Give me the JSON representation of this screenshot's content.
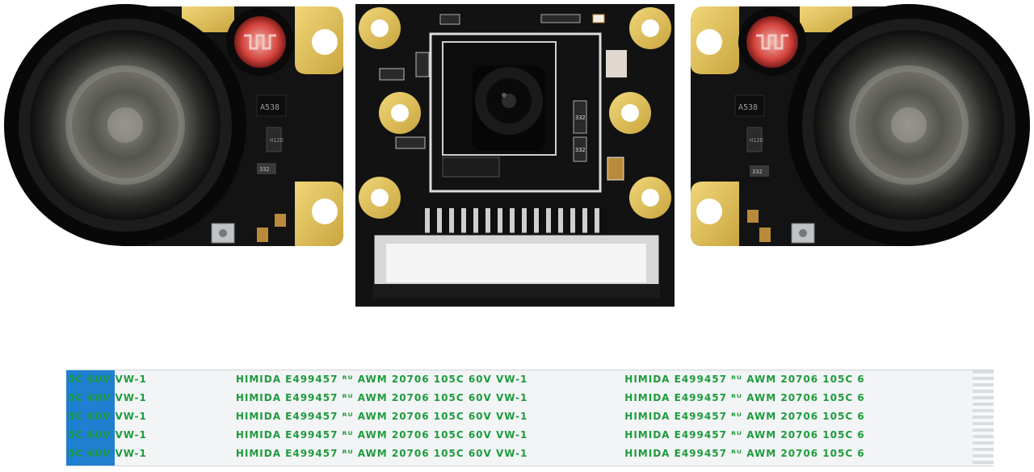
{
  "image": {
    "left_ir_board": {
      "chip_label": "A538",
      "part_labels": [
        "H12D",
        "332"
      ]
    },
    "right_ir_board": {
      "chip_label": "A538",
      "part_labels": [
        "H12D",
        "332"
      ]
    },
    "camera_board": {
      "part_labels": [
        "332",
        "332"
      ]
    },
    "ffc_ribbon": {
      "line_text": "HIMIDA  E499457  ᴿᵁ  AWM  20706  105C  60V  VW-1",
      "left_fragment": "5C  60V  VW-1",
      "right_fragment": "HIMIDA  E499457  ᴿᵁ  AWM  20706  105C  6",
      "colors": {
        "stiffener": "#1f7fd0",
        "strip": "#f2f4f6",
        "print": "#1e9b3c"
      }
    }
  }
}
